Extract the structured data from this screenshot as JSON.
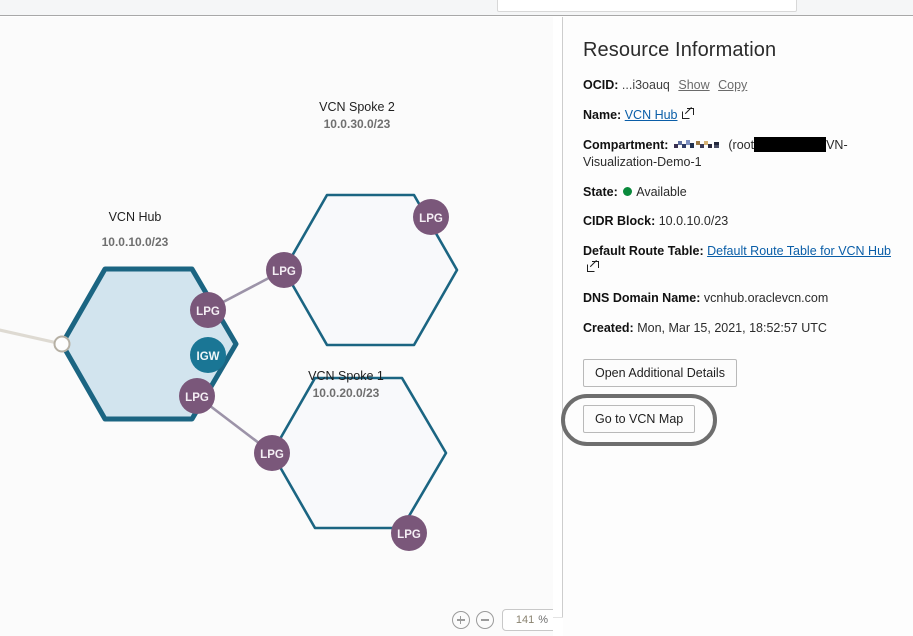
{
  "window": {
    "zoom_control": {
      "zoom_value": "141",
      "percent_symbol": "%",
      "plus_label": "+",
      "minus_label": "−"
    }
  },
  "diagram": {
    "type": "vcn-topology",
    "nodes": [
      {
        "id": "vcn-hub",
        "title": "VCN Hub",
        "cidr": "10.0.10.0/23",
        "fill": "#d2e4ee",
        "stroke": "#1b6582"
      },
      {
        "id": "vcn-spoke-2",
        "title": "VCN Spoke 2",
        "cidr": "10.0.30.0/23",
        "fill": "#f8f9fb",
        "stroke": "#1b6582"
      },
      {
        "id": "vcn-spoke-1",
        "title": "VCN Spoke 1",
        "cidr": "10.0.20.0/23",
        "fill": "#f8f9fb",
        "stroke": "#1b6582"
      }
    ],
    "gateways": [
      {
        "id": "hub-lpg-top",
        "label": "LPG",
        "color": "#7a577a"
      },
      {
        "id": "hub-igw",
        "label": "IGW",
        "color": "#1a7695"
      },
      {
        "id": "hub-lpg-bottom",
        "label": "LPG",
        "color": "#7a577a"
      },
      {
        "id": "spoke2-lpg-left",
        "label": "LPG",
        "color": "#7a577a"
      },
      {
        "id": "spoke2-lpg-right",
        "label": "LPG",
        "color": "#7a577a"
      },
      {
        "id": "spoke1-lpg-left",
        "label": "LPG",
        "color": "#7a577a"
      },
      {
        "id": "spoke1-lpg-right",
        "label": "LPG",
        "color": "#7a577a"
      }
    ],
    "colors": {
      "hub_fill": "#d2e4ee",
      "hub_stroke": "#1b6582",
      "spoke_fill": "#f8f9fb",
      "spoke_stroke": "#1b6582",
      "lpg": "#7a577a",
      "igw": "#1a7695",
      "edge": "#9c93a8",
      "external_edge": "#dedad2"
    }
  },
  "panel": {
    "title": "Resource Information",
    "fields": {
      "ocid": {
        "label": "OCID:",
        "value": "...i3oauq",
        "show_link": "Show",
        "copy_link": "Copy"
      },
      "name": {
        "label": "Name:",
        "value": "VCN Hub"
      },
      "compartment": {
        "label": "Compartment:",
        "prefix": "(root",
        "suffix": "VN-Visualization-Demo-1"
      },
      "state": {
        "label": "State:",
        "value": "Available",
        "dot_color": "#0a8a3c"
      },
      "cidr_block": {
        "label": "CIDR Block:",
        "value": "10.0.10.0/23"
      },
      "default_route_table": {
        "label": "Default Route Table:",
        "value": "Default Route Table for VCN Hub"
      },
      "dns_domain_name": {
        "label": "DNS Domain Name:",
        "value": "vcnhub.oraclevcn.com"
      },
      "created": {
        "label": "Created:",
        "value": "Mon, Mar 15, 2021, 18:52:57 UTC"
      }
    },
    "buttons": {
      "open_additional_details": "Open Additional Details",
      "go_to_vcn_map": "Go to VCN Map"
    }
  }
}
